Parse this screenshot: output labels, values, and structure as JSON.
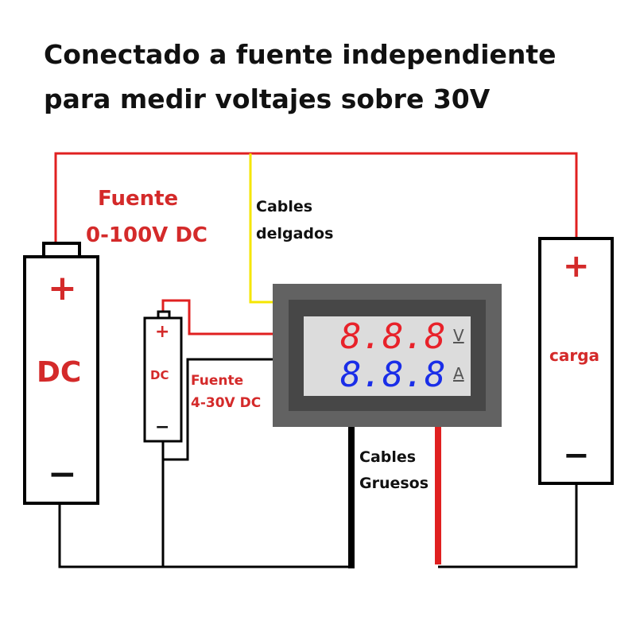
{
  "title": {
    "line1": "Conectado a fuente independiente",
    "line2": "para medir voltajes sobre 30V"
  },
  "labels": {
    "main_source_1": "Fuente",
    "main_source_2": "0-100V DC",
    "thin_cables_1": "Cables",
    "thin_cables_2": "delgados",
    "aux_source_1": "Fuente",
    "aux_source_2": "4-30V DC",
    "thick_cables_1": "Cables",
    "thick_cables_2": "Gruesos"
  },
  "big_battery": {
    "plus": "+",
    "label": "DC",
    "minus": "−"
  },
  "small_battery": {
    "plus": "+",
    "label": "DC",
    "minus": "−"
  },
  "load": {
    "plus": "+",
    "label": "carga",
    "minus": "−"
  },
  "meter": {
    "volt_display": "8.8.8",
    "volt_unit": "V",
    "amp_display": "8.8.8",
    "amp_unit": "A"
  },
  "colors": {
    "red_wire": "#e02020",
    "yellow_wire": "#f5e600",
    "black_wire": "#000000",
    "volt_digits": "#e8222a",
    "amp_digits": "#1a2ee8"
  }
}
